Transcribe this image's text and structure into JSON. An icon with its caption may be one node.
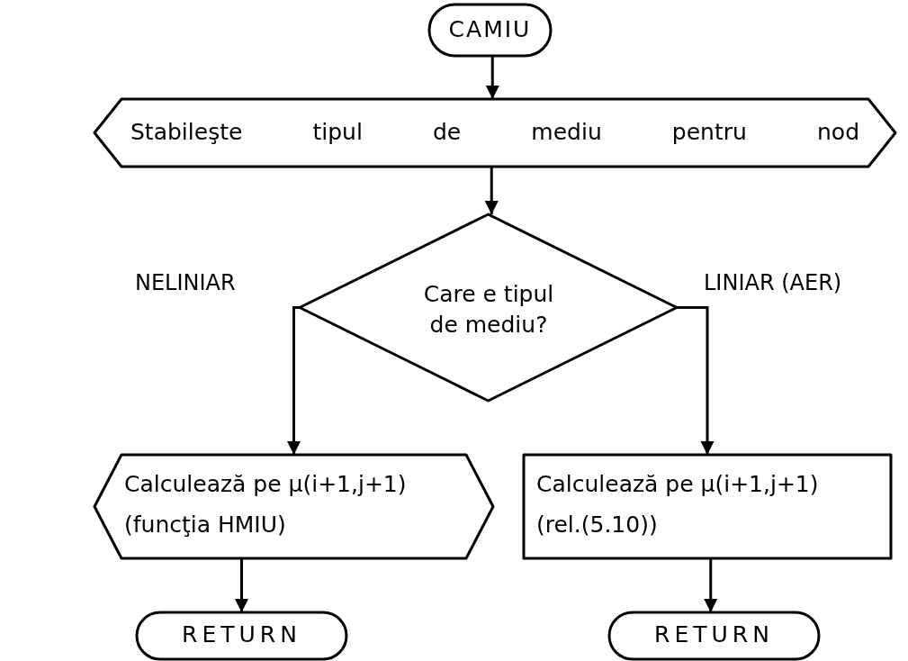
{
  "diagram": {
    "nodes": [
      {
        "text": [
          "CAMIU"
        ]
      },
      {
        "text": [
          "Stabileşte tipul de mediu pentru nod"
        ]
      },
      {
        "text": [
          "Care e tipul de mediu?"
        ]
      },
      {
        "text": [
          "Calculează pe μ(i+1,j+1)",
          "(funcţia HMIU)"
        ]
      },
      {
        "text": [
          "Calculează pe μ(i+1,j+1)",
          "(rel.(5.10))"
        ]
      },
      {
        "text": [
          "RETURN"
        ]
      },
      {
        "text": [
          "RETURN"
        ]
      }
    ],
    "edges": [
      {
        "from": 0,
        "to": 1,
        "arrow": "to"
      },
      {
        "from": 1,
        "to": 2,
        "arrow": "to"
      },
      {
        "from": 2,
        "to": 3,
        "arrow": "to",
        "label": "NELINIAR"
      },
      {
        "from": 2,
        "to": 4,
        "arrow": "to",
        "label": "LINIAR (AER)"
      },
      {
        "from": 3,
        "to": 5,
        "arrow": "to"
      },
      {
        "from": 4,
        "to": 6,
        "arrow": "to"
      }
    ]
  }
}
